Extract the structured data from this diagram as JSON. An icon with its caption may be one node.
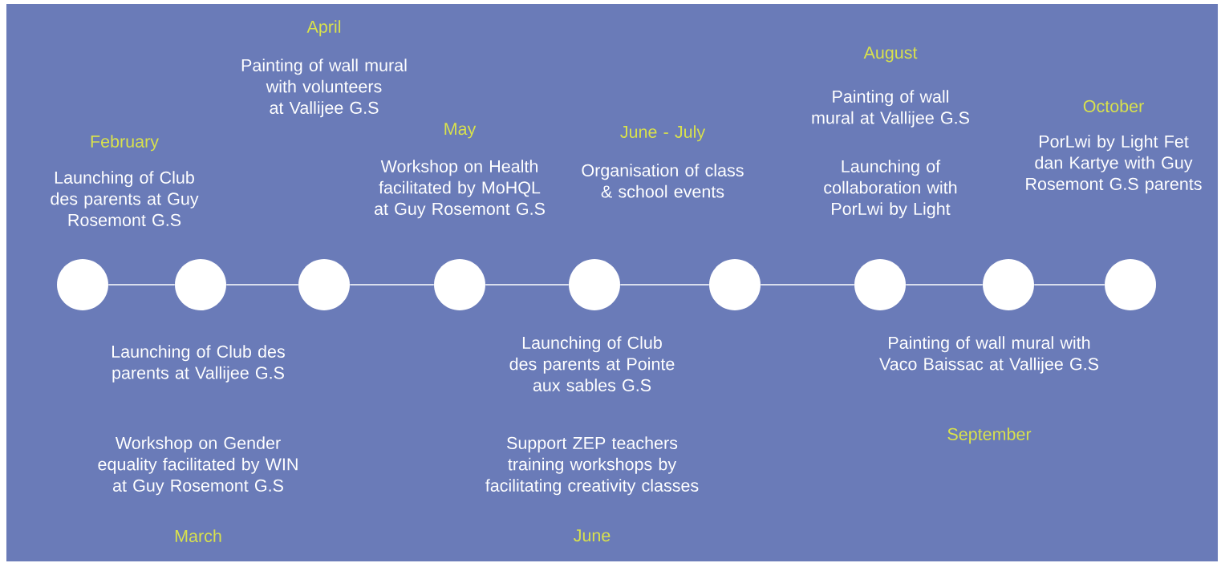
{
  "diagram": {
    "nodes": [
      {
        "text": [],
        "shape": "circle",
        "beside": [
          "February",
          "Launching of Club des parents at Guy Rosemont G.S"
        ]
      },
      {
        "text": [],
        "shape": "circle",
        "beside": [
          "Launching of Club des parents at Vallijee G.S",
          "Workshop on Gender equality facilitated by WIN at Guy Rosemont G.S",
          "March"
        ]
      },
      {
        "text": [],
        "shape": "circle",
        "beside": [
          "April",
          "Painting of wall mural with volunteers at Vallijee G.S"
        ]
      },
      {
        "text": [],
        "shape": "circle",
        "beside": [
          "May",
          "Workshop on Health facilitated by MoHQL at Guy Rosemont G.S"
        ]
      },
      {
        "text": [],
        "shape": "circle",
        "beside": [
          "Launching of Club des parents at Pointe aux sables G.S",
          "Support ZEP teachers training workshops by facilitating creativity classes",
          "June"
        ]
      },
      {
        "text": [],
        "shape": "circle",
        "beside": [
          "June - July",
          "Organisation of class & school events"
        ]
      },
      {
        "text": [],
        "shape": "circle",
        "beside": [
          "August",
          "Painting of wall mural at Vallijee G.S",
          "Launching of collaboration with PorLwi by Light"
        ]
      },
      {
        "text": [],
        "shape": "circle",
        "beside": [
          "Painting of wall mural with Vaco Baissac at Vallijee G.S",
          "September"
        ]
      },
      {
        "text": [],
        "shape": "circle",
        "beside": [
          "October",
          "PorLwi by Light Fet dan Kartye with Guy Rosemont G.S parents"
        ]
      }
    ],
    "edges": [
      {
        "from": 0,
        "to": 1,
        "arrow": "none"
      },
      {
        "from": 1,
        "to": 2,
        "arrow": "none"
      },
      {
        "from": 2,
        "to": 3,
        "arrow": "none"
      },
      {
        "from": 3,
        "to": 4,
        "arrow": "none"
      },
      {
        "from": 4,
        "to": 5,
        "arrow": "none"
      },
      {
        "from": 5,
        "to": 6,
        "arrow": "none"
      },
      {
        "from": 6,
        "to": 7,
        "arrow": "none"
      },
      {
        "from": 7,
        "to": 8,
        "arrow": "none"
      }
    ]
  }
}
